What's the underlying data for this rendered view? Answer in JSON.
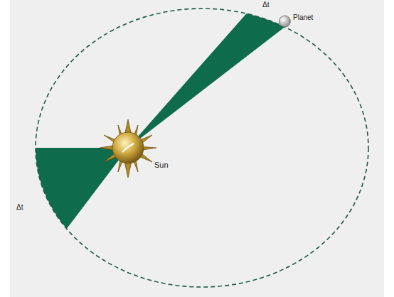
{
  "diagram": {
    "labels": [
      "Δt",
      "Planet",
      "Sun",
      "Δt"
    ]
  }
}
